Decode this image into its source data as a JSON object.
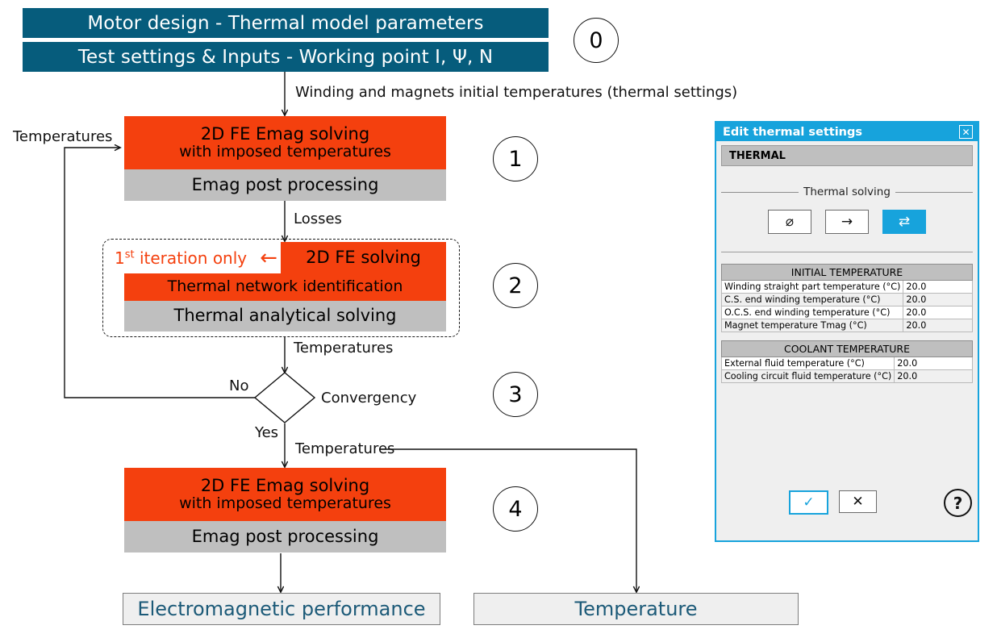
{
  "flow": {
    "headers": [
      {
        "label": "Motor design - Thermal model parameters"
      },
      {
        "label": "Test settings & Inputs - Working point I, Ψ, N"
      }
    ],
    "steps": [
      {
        "number": "0"
      },
      {
        "number": "1"
      },
      {
        "number": "2"
      },
      {
        "number": "3"
      },
      {
        "number": "4"
      }
    ],
    "step1": {
      "top_line1": "2D FE Emag solving",
      "top_line2": "with imposed temperatures",
      "bottom": "Emag post processing"
    },
    "step2": {
      "note_prefix": "1",
      "note_sup": "st",
      "note_rest": " iteration only",
      "note_arrow": "←",
      "row1": "2D FE solving",
      "row2": "Thermal network identification",
      "row3": "Thermal analytical solving"
    },
    "step3": {
      "decision": "Convergency",
      "no_label": "No",
      "yes_label": "Yes"
    },
    "step4": {
      "top_line1": "2D FE Emag solving",
      "top_line2": "with imposed temperatures",
      "bottom": "Emag post processing"
    },
    "edges": {
      "initial_temperatures": "Winding and magnets initial temperatures (thermal settings)",
      "feedback_temperatures": "Temperatures",
      "losses": "Losses",
      "temperatures_to_decision": "Temperatures",
      "temperatures_after_yes": "Temperatures"
    },
    "results": [
      {
        "label": "Electromagnetic performance"
      },
      {
        "label": "Temperature"
      }
    ]
  },
  "dialog": {
    "title": "Edit thermal settings",
    "close_icon": "✕",
    "section_title": "THERMAL",
    "group_caption": "Thermal solving",
    "modes": [
      {
        "name": "no-thermal",
        "glyph": "⌀",
        "selected": false
      },
      {
        "name": "one-way-coupling",
        "glyph": "→",
        "selected": false
      },
      {
        "name": "iterative-coupling",
        "glyph": "⇄",
        "selected": true
      }
    ],
    "tables": [
      {
        "header": "INITIAL TEMPERATURE",
        "rows": [
          {
            "label": "Winding straight part temperature (°C)",
            "value": "20.0"
          },
          {
            "label": "C.S. end winding temperature (°C)",
            "value": "20.0"
          },
          {
            "label": "O.C.S. end winding temperature (°C)",
            "value": "20.0"
          },
          {
            "label": "Magnet temperature Tmag (°C)",
            "value": "20.0"
          }
        ]
      },
      {
        "header": "COOLANT TEMPERATURE",
        "rows": [
          {
            "label": "External fluid temperature (°C)",
            "value": "20.0"
          },
          {
            "label": "Cooling circuit fluid temperature (°C)",
            "value": "20.0"
          }
        ]
      }
    ],
    "footer": {
      "ok_glyph": "✓",
      "cancel_glyph": "✕",
      "help_glyph": "?"
    }
  },
  "colors": {
    "teal": "#065C7C",
    "orange": "#F4400E",
    "gray": "#BFBFBF",
    "dialog_blue": "#17A3DC",
    "result_text": "#1C5A78"
  }
}
